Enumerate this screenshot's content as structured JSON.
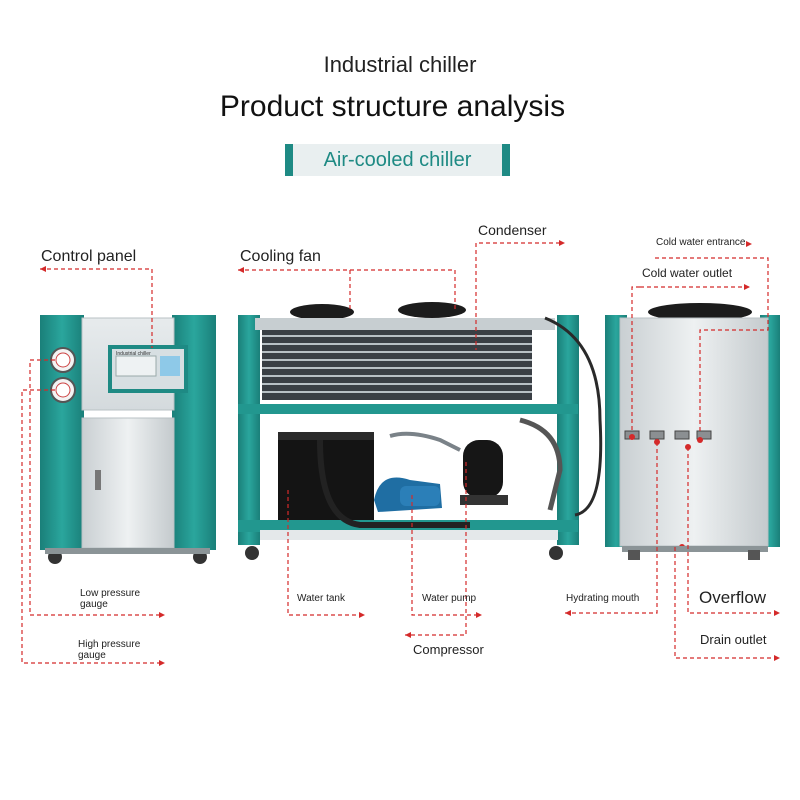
{
  "header": {
    "subtitle": "Industrial chiller",
    "title": "Product structure analysis",
    "banner": "Air-cooled chiller"
  },
  "labels": {
    "control_panel": "Control panel",
    "cooling_fan": "Cooling fan",
    "condenser": "Condenser",
    "cold_water_entrance": "Cold water entrance",
    "cold_water_outlet": "Cold water outlet",
    "low_pressure_gauge": "Low pressure gauge",
    "high_pressure_gauge": "High pressure gauge",
    "water_tank": "Water tank",
    "water_pump": "Water pump",
    "compressor": "Compressor",
    "hydrating_mouth": "Hydrating mouth",
    "overflow": "Overflow",
    "drain_outlet": "Drain outlet",
    "panel_display": "Industrial chiller"
  },
  "colors": {
    "frame_teal": "#22978f",
    "leader_red": "#d42a2a",
    "banner_accent": "#1e8a84"
  }
}
